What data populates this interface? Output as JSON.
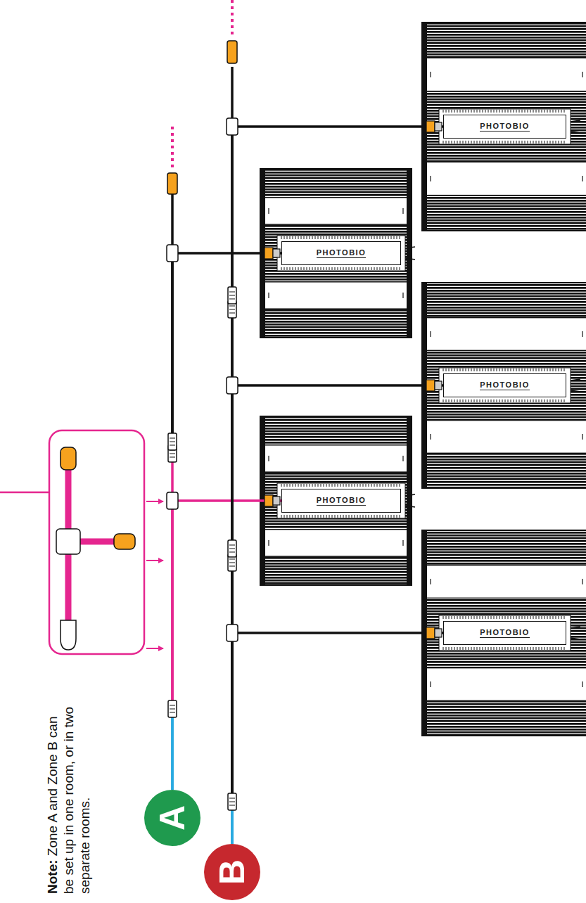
{
  "diagram": {
    "nodes": [
      {
        "text": [
          "A"
        ]
      },
      {
        "text": [
          "B"
        ]
      },
      {
        "text": [
          "PHOTOBIO"
        ]
      },
      {
        "text": [
          "PHOTOBIO"
        ]
      },
      {
        "text": [
          "PHOTOBIO"
        ]
      },
      {
        "text": [
          "PHOTOBIO"
        ]
      },
      {
        "text": [
          "PHOTOBIO"
        ]
      }
    ],
    "edges": [
      {
        "from": 0,
        "to": 5,
        "arrow": "none"
      },
      {
        "from": 0,
        "to": 3,
        "arrow": "none"
      },
      {
        "from": 1,
        "to": 6,
        "arrow": "none"
      },
      {
        "from": 1,
        "to": 4,
        "arrow": "none"
      },
      {
        "from": 1,
        "to": 2,
        "arrow": "none"
      }
    ],
    "labels": [
      "Note:",
      "Zone A and Zone B can be set up in one room, or in two separate rooms."
    ]
  }
}
